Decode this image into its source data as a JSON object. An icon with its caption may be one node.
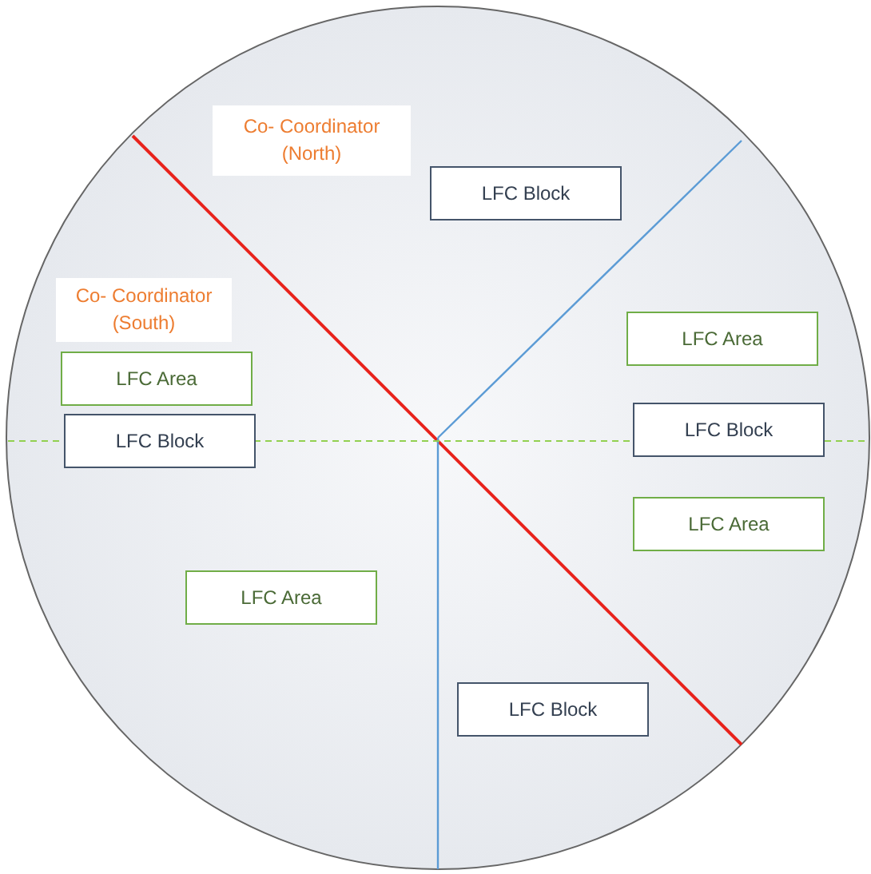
{
  "diagram": {
    "nodes": [
      {
        "text": [
          "Co- Coordinator (North)"
        ]
      },
      {
        "text": [
          "LFC Block"
        ]
      },
      {
        "text": [
          "Co- Coordinator (South)"
        ]
      },
      {
        "text": [
          "LFC Area"
        ]
      },
      {
        "text": [
          "LFC Area"
        ]
      },
      {
        "text": [
          "LFC Block"
        ]
      },
      {
        "text": [
          "LFC Block"
        ]
      },
      {
        "text": [
          "LFC Area"
        ]
      },
      {
        "text": [
          "LFC Area"
        ]
      },
      {
        "text": [
          "LFC Block"
        ]
      }
    ]
  }
}
